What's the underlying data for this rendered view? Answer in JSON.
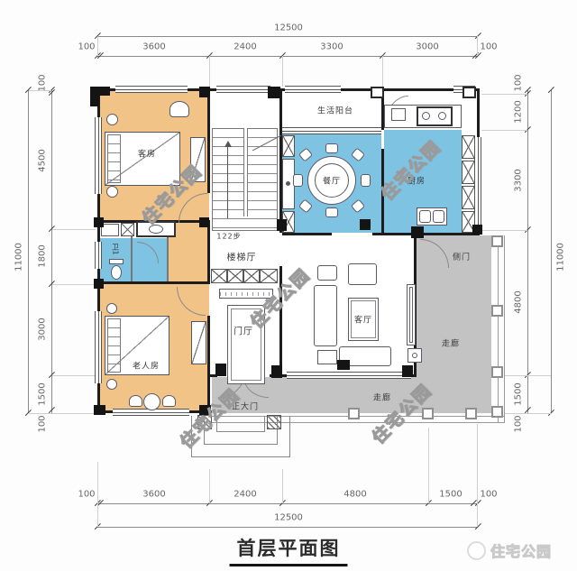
{
  "title": "首层平面图",
  "brand": "住宅公园",
  "watermark": "住宅公园",
  "plan": {
    "rooms": {
      "guest": "客房",
      "balcony": "生活阳台",
      "dining": "餐厅",
      "kitchen": "厨房",
      "stair_hall": "楼梯厅",
      "bath": "卫1",
      "side_door": "侧门",
      "elder": "老人房",
      "foyer": "门厅",
      "living": "客厅",
      "corridor": "走廊",
      "main_gate": "正大门"
    },
    "stair_note": "122步"
  },
  "dims": {
    "top_total": "12500",
    "top": [
      "100",
      "3600",
      "2400",
      "3300",
      "3000",
      "100"
    ],
    "bottom": [
      "100",
      "3600",
      "2400",
      "4800",
      "1500",
      "100"
    ],
    "bottom_total": "12500",
    "left_total": "11000",
    "left": [
      "100",
      "4500",
      "1800",
      "3000",
      "1500",
      "100"
    ],
    "right": [
      "100",
      "1200",
      "3300",
      "4800",
      "1500",
      "100"
    ],
    "right_total": "11000"
  },
  "colors": {
    "bedroom_floor": "#f2c387",
    "wet_floor": "#7fc3e2",
    "corridor_floor": "#c3c3c3",
    "wall": "#1d1d1d"
  }
}
